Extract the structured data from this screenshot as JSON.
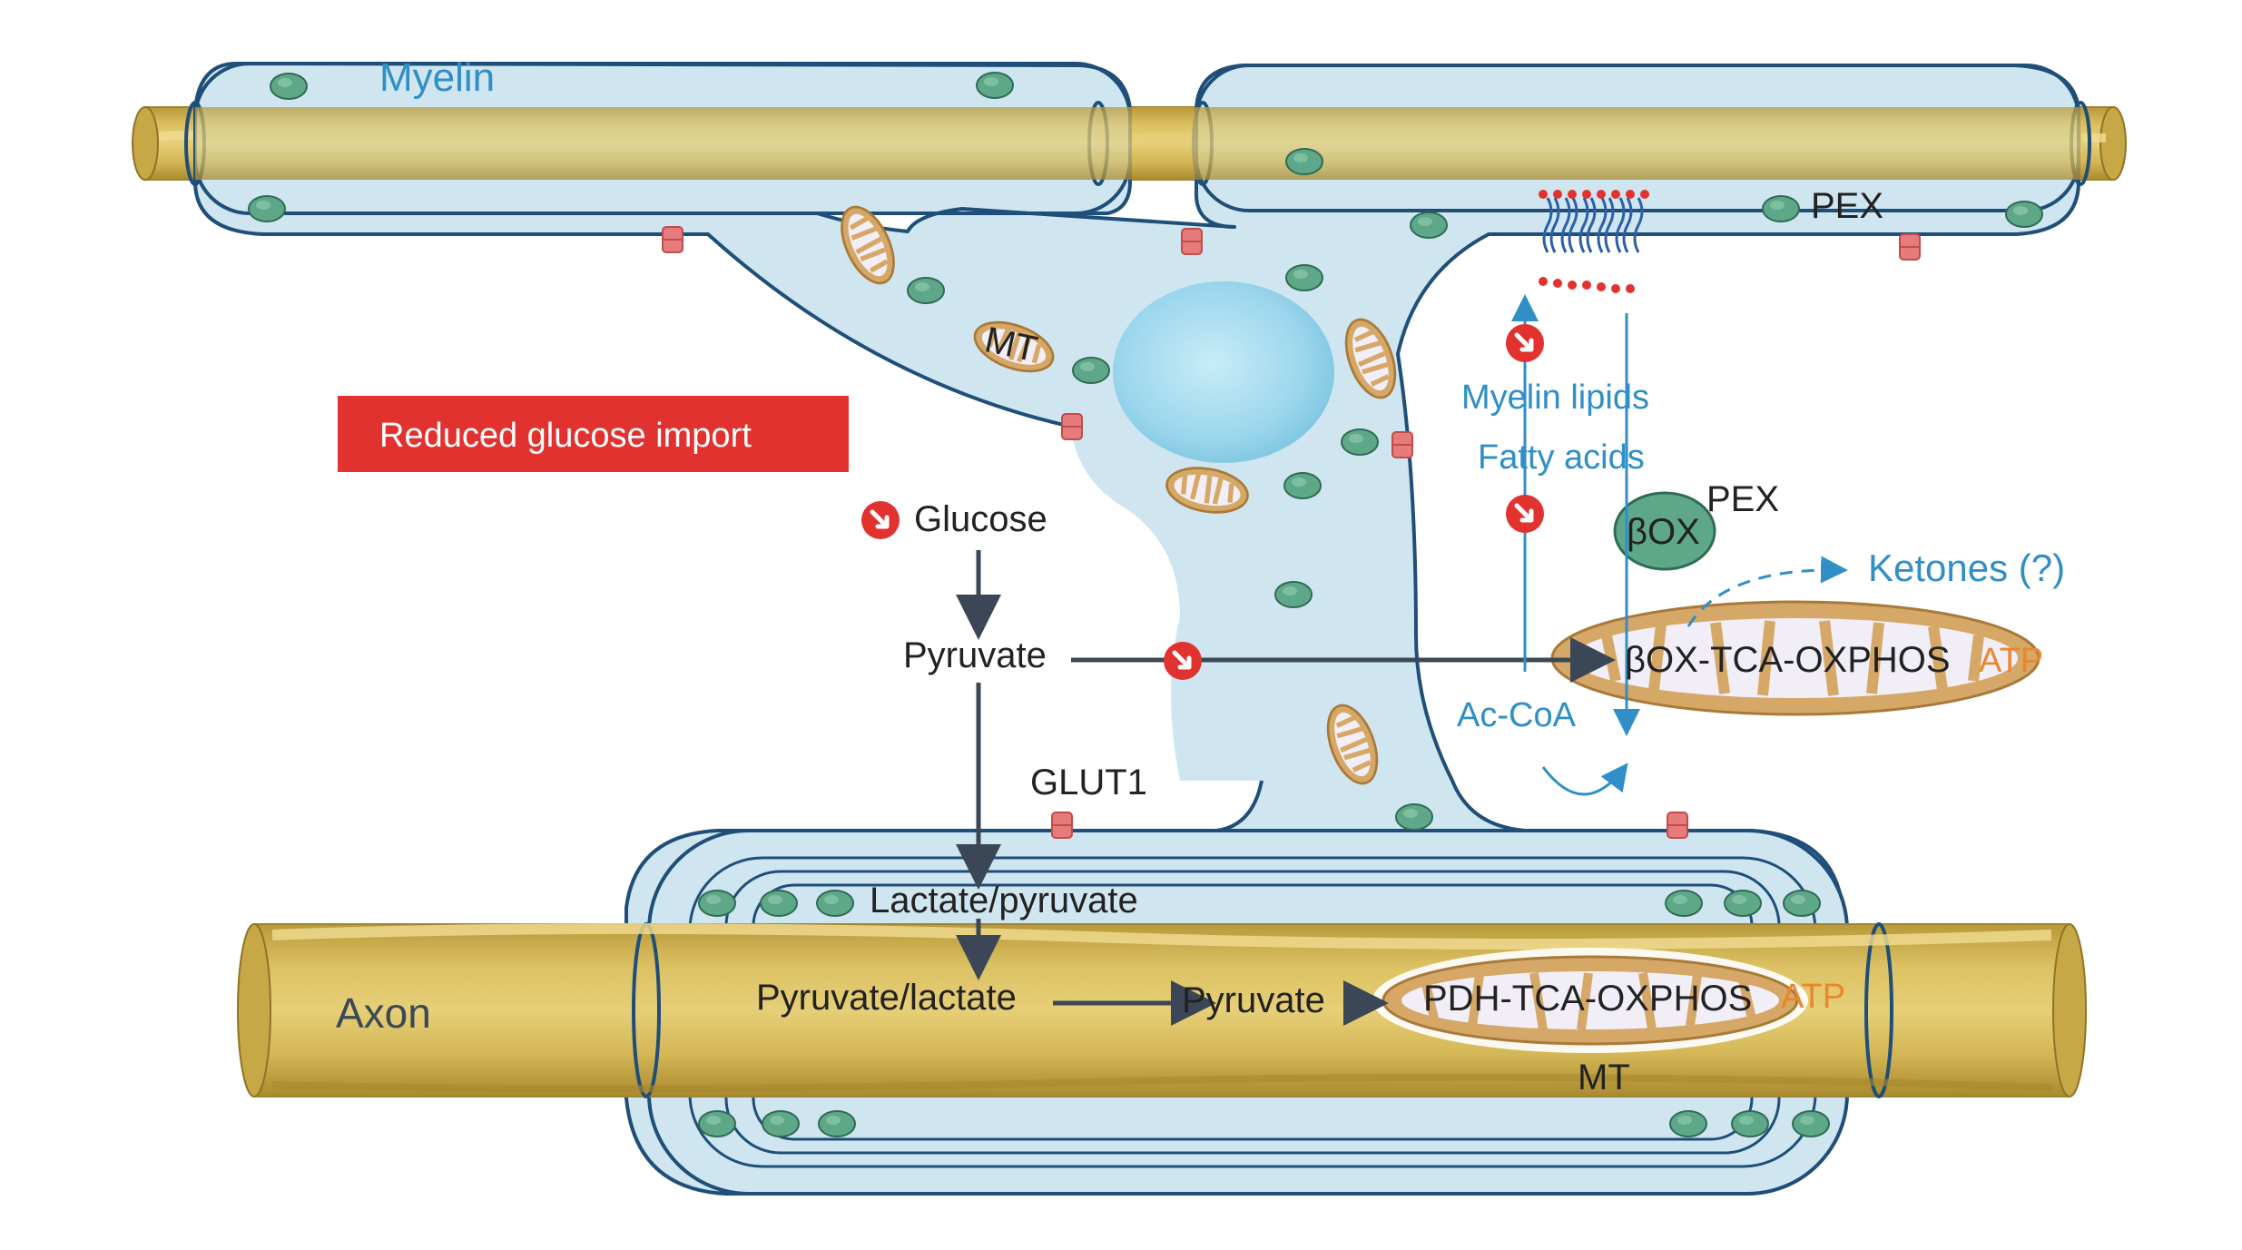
{
  "labels": {
    "myelin": "Myelin",
    "axon": "Axon",
    "mt_glia": "MT",
    "mt_axon": "MT",
    "pex_top": "PEX",
    "pex_box": "PEX",
    "box_organelle": "βOX",
    "myelin_lipids": "Myelin lipids",
    "fatty_acids": "Fatty acids",
    "ketones": "Ketones (?)",
    "box_tca": "βOX-TCA-OXPHOS",
    "atp_top": "ATP",
    "atp_bottom": "ATP",
    "ac_coa": "Ac-CoA",
    "glucose": "Glucose",
    "pyruvate_glia": "Pyruvate",
    "glut1": "GLUT1",
    "lactate_pyruvate": "Lactate/pyruvate",
    "pyruvate_lactate": "Pyruvate/lactate",
    "pyruvate_axon": "Pyruvate",
    "pdh_tca": "PDH-TCA-OXPHOS",
    "banner": "Reduced glucose import"
  },
  "colors": {
    "axon_fill": "#d9bc5a",
    "axon_dark": "#b89a3a",
    "myelin_fill": "#cfe6f0",
    "membrane": "#1f4e79",
    "nucleus": "#8fd0e8",
    "peroxisome": "#5ea889",
    "mito_fill": "#d6a867",
    "banner": "#e2322f",
    "inhibit": "#e2322f",
    "arrow": "#3b4756",
    "text_blue": "#2f8fc6",
    "text_orange": "#e8872e"
  },
  "icons": [
    "inhibition-arrow-icon",
    "mitochondrion-icon",
    "peroxisome-icon",
    "glut1-transporter-icon"
  ]
}
